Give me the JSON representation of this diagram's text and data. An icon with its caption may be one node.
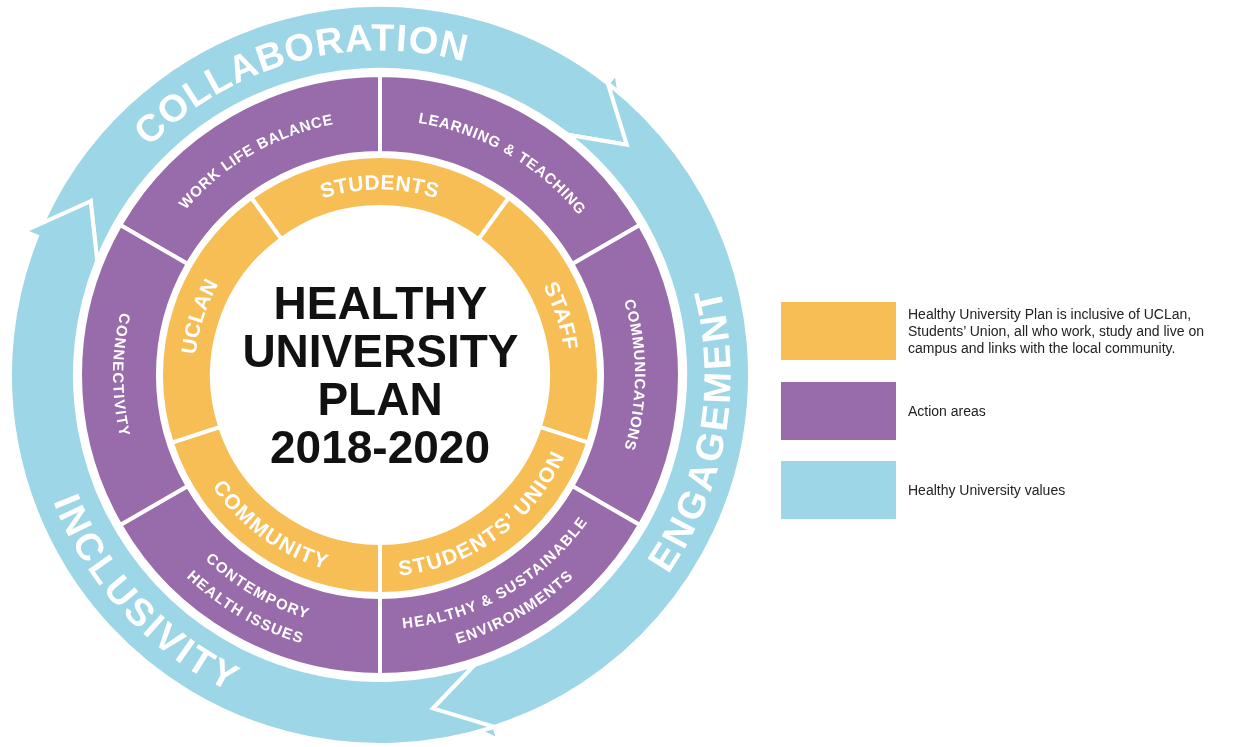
{
  "diagram": {
    "title": "HEALTHY UNIVERSITY PLAN 2018-2020",
    "nodes": [
      {
        "text": [
          "COLLABORATION"
        ]
      },
      {
        "text": [
          "ENGAGEMENT"
        ]
      },
      {
        "text": [
          "INCLUSIVITY"
        ]
      },
      {
        "text": [
          "WORK LIFE BALANCE"
        ]
      },
      {
        "text": [
          "LEARNING & TEACHING"
        ]
      },
      {
        "text": [
          "COMMUNICATIONS"
        ]
      },
      {
        "text": [
          "HEALTHY & SUSTAINABLE ENVIRONMENTS"
        ]
      },
      {
        "text": [
          "CONTEMPORY HEALTH ISSUES"
        ]
      },
      {
        "text": [
          "CONNECTIVITY"
        ]
      },
      {
        "text": [
          "STUDENTS"
        ]
      },
      {
        "text": [
          "STAFF"
        ]
      },
      {
        "text": [
          "STUDENTS’ UNION"
        ]
      },
      {
        "text": [
          "COMMUNITY"
        ]
      },
      {
        "text": [
          "UCLAN"
        ]
      }
    ],
    "legend": [
      {
        "text": "Healthy University Plan is inclusive of UCLan, Students’ Union, all who work, study and live on campus and links with the local community.",
        "color": "#f6be55"
      },
      {
        "text": "Action areas",
        "color": "#986baa"
      },
      {
        "text": "Healthy University values",
        "color": "#9dd6e6"
      }
    ]
  }
}
